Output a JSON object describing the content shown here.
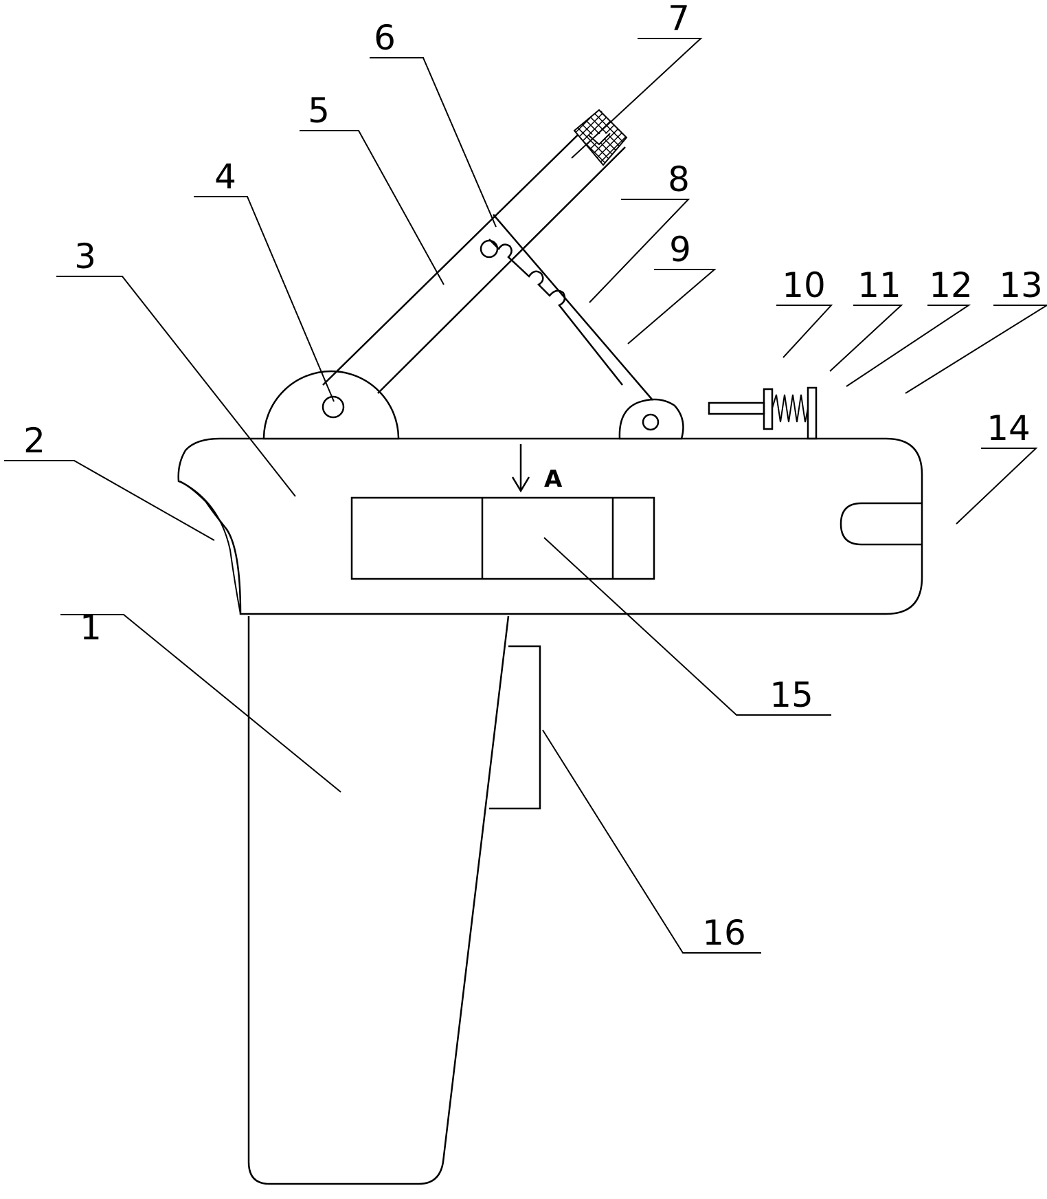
{
  "labels": {
    "n1": "1",
    "n2": "2",
    "n3": "3",
    "n4": "4",
    "n5": "5",
    "n6": "6",
    "n7": "7",
    "n8": "8",
    "n9": "9",
    "n10": "10",
    "n11": "11",
    "n12": "12",
    "n13": "13",
    "n14": "14",
    "n15": "15",
    "n16": "16",
    "view_a": "A"
  },
  "colors": {
    "line": "#000000",
    "background": "#ffffff"
  }
}
